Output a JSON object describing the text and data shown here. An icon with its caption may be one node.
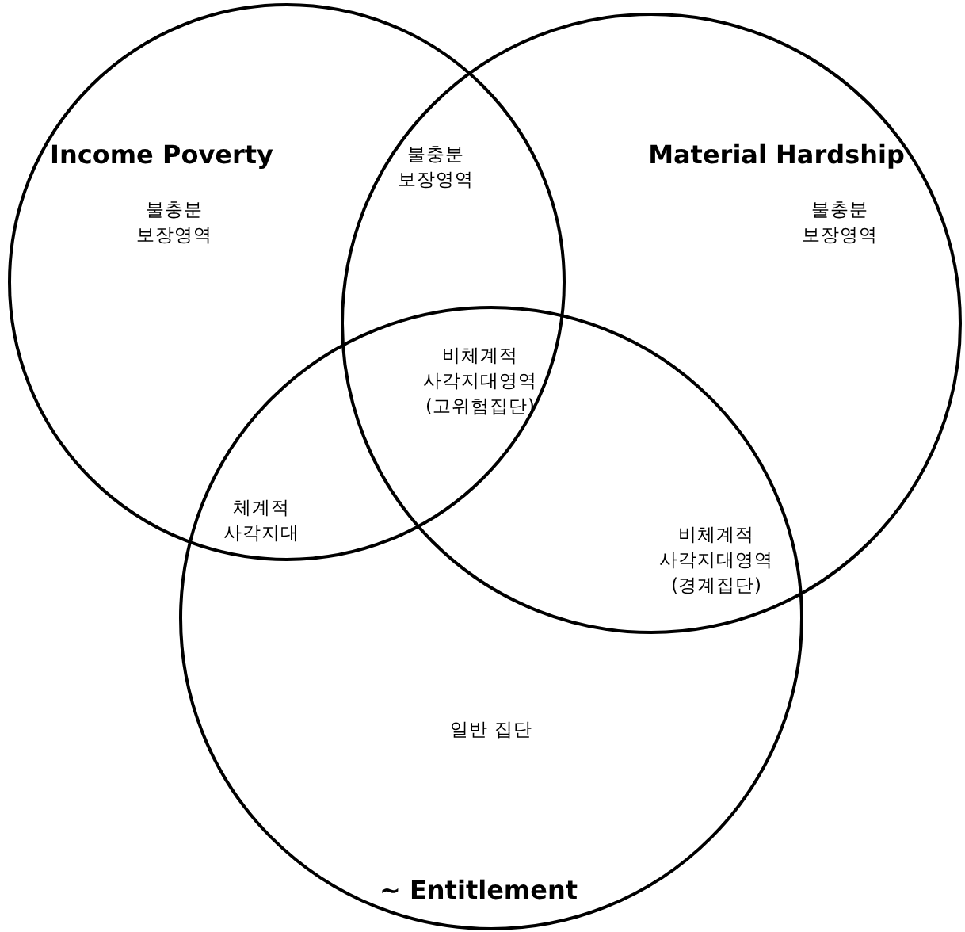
{
  "diagram": {
    "nodes": [
      {
        "text": [
          "Income Poverty"
        ]
      },
      {
        "text": [
          "Material Hardship"
        ]
      },
      {
        "text": [
          "~ Entitlement"
        ]
      }
    ],
    "labels": [
      "불충분 보장영역",
      "불충분 보장영역",
      "불충분 보장영역",
      "비체계적 사각지대영역 (고위험집단)",
      "체계적 사각지대",
      "비체계적 사각지대영역 (경계집단)",
      "일반 집단"
    ]
  }
}
